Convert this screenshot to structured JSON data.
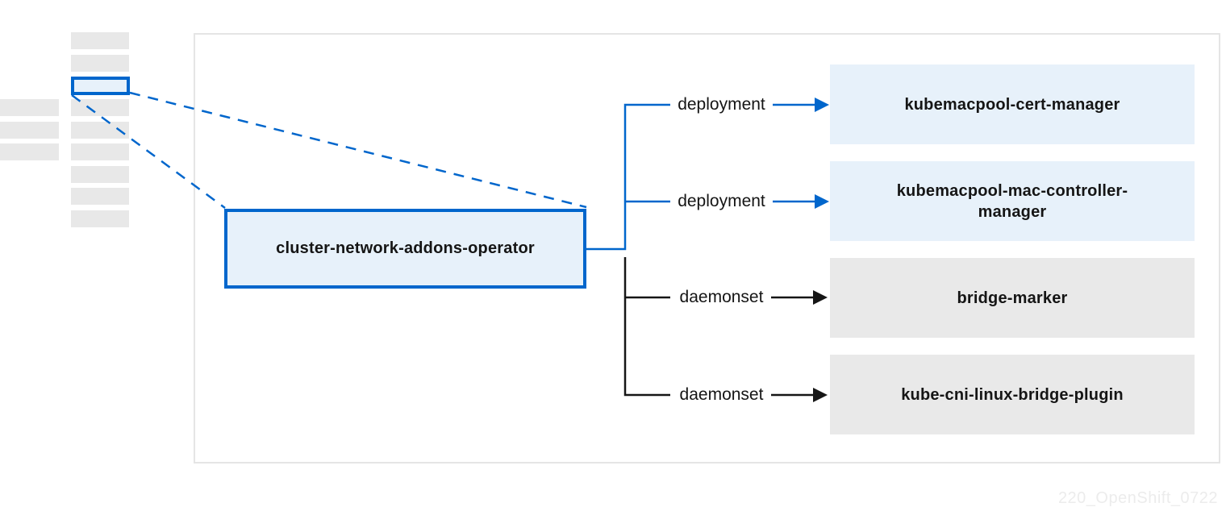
{
  "diagram": {
    "operator": {
      "label": "cluster-network-addons-operator"
    },
    "rows": [
      {
        "kind": "deployment",
        "target": "kubemacpool-cert-manager",
        "style": "blue"
      },
      {
        "kind": "deployment",
        "target": "kubemacpool-mac-controller-\nmanager",
        "style": "blue"
      },
      {
        "kind": "daemonset",
        "target": "bridge-marker",
        "style": "black"
      },
      {
        "kind": "daemonset",
        "target": "kube-cni-linux-bridge-plugin",
        "style": "black"
      }
    ]
  },
  "thumbnail": {
    "selected_row_index": 2,
    "main_column_row_count": 9,
    "side_column_row_count": 3
  },
  "colors": {
    "accent_blue": "#0066cc",
    "light_blue_fill": "#e7f1fa",
    "gray_fill": "#e9e9e9",
    "line_black": "#161616",
    "frame_border": "#e5e5e5"
  },
  "watermark": "220_OpenShift_0722"
}
